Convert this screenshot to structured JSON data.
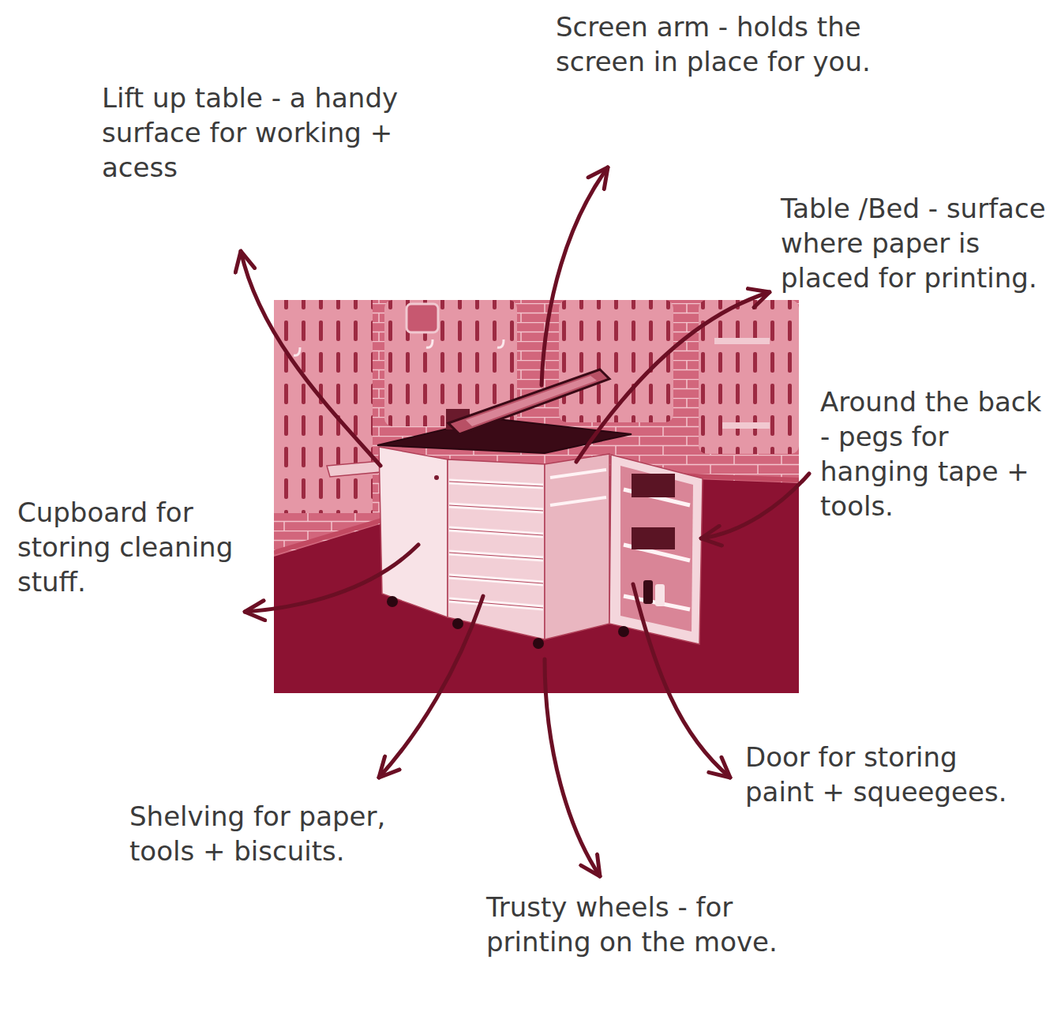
{
  "diagram": {
    "labels": [
      "Lift up table - a handy surface for working + acess",
      "Screen arm - holds the screen in place for you.",
      "Table /Bed - surface where paper is placed for printing.",
      "Around the back - pegs for hanging tape + tools.",
      "Cupboard for storing cleaning stuff.",
      "Shelving for paper, tools + biscuits.",
      "Trusty wheels - for printing on the move.",
      "Door for storing paint + squeegees."
    ]
  }
}
